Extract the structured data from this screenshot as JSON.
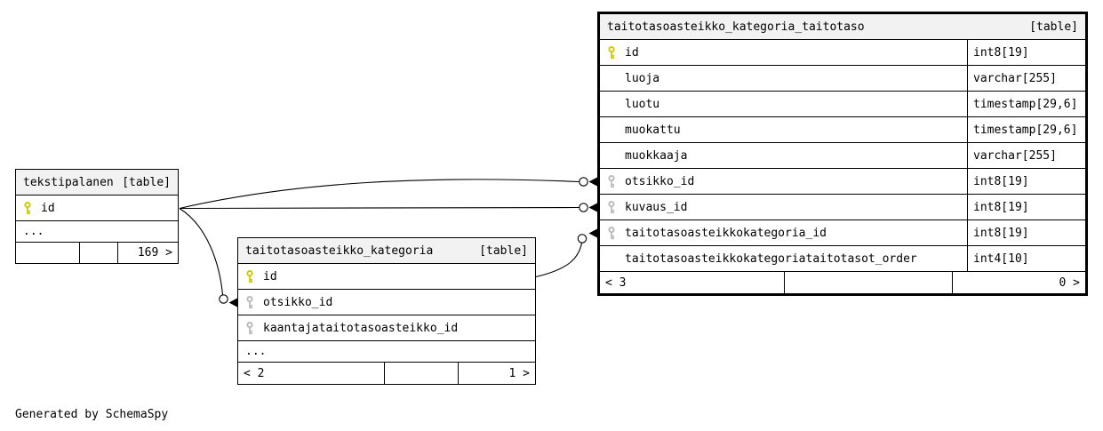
{
  "footer_note": "Generated by SchemaSpy",
  "colors": {
    "primary_key": "#cccc00",
    "foreign_key": "#bbbbbb",
    "header_bg": "#f2f2f2",
    "border": "#000000",
    "background": "#ffffff"
  },
  "tables": [
    {
      "id": "tekstipalanen",
      "name": "tekstipalanen",
      "badge": "[table]",
      "columns": [
        {
          "name": "id",
          "key": "pk"
        },
        {
          "name": "...",
          "ellipsis": true
        }
      ],
      "paginator": {
        "left": "",
        "middle": "",
        "right": "169 >"
      }
    },
    {
      "id": "taitotasoasteikko_kategoria",
      "name": "taitotasoasteikko_kategoria",
      "badge": "[table]",
      "columns": [
        {
          "name": "id",
          "key": "pk"
        },
        {
          "name": "otsikko_id",
          "key": "fk"
        },
        {
          "name": "kaantajataitotasoasteikko_id",
          "key": "fk"
        },
        {
          "name": "...",
          "ellipsis": true
        }
      ],
      "paginator": {
        "left": "< 2",
        "middle": "",
        "right": "1 >"
      }
    },
    {
      "id": "taitotasoasteikko_kategoria_taitotaso",
      "name": "taitotasoasteikko_kategoria_taitotaso",
      "badge": "[table]",
      "columns": [
        {
          "name": "id",
          "key": "pk",
          "type": "int8[19]"
        },
        {
          "name": "luoja",
          "type": "varchar[255]"
        },
        {
          "name": "luotu",
          "type": "timestamp[29,6]"
        },
        {
          "name": "muokattu",
          "type": "timestamp[29,6]"
        },
        {
          "name": "muokkaaja",
          "type": "varchar[255]"
        },
        {
          "name": "otsikko_id",
          "key": "fk",
          "type": "int8[19]"
        },
        {
          "name": "kuvaus_id",
          "key": "fk",
          "type": "int8[19]"
        },
        {
          "name": "taitotasoasteikkokategoria_id",
          "key": "fk",
          "type": "int8[19]"
        },
        {
          "name": "taitotasoasteikkokategoriataitotasot_order",
          "type": "int4[10]"
        }
      ],
      "paginator": {
        "left": "< 3",
        "middle": "",
        "right": "0 >"
      }
    }
  ],
  "relationships": [
    {
      "from": "tekstipalanen.id",
      "to": "taitotasoasteikko_kategoria_taitotaso.otsikko_id"
    },
    {
      "from": "tekstipalanen.id",
      "to": "taitotasoasteikko_kategoria_taitotaso.kuvaus_id"
    },
    {
      "from": "tekstipalanen.id",
      "to": "taitotasoasteikko_kategoria.otsikko_id"
    },
    {
      "from": "taitotasoasteikko_kategoria.id",
      "to": "taitotasoasteikko_kategoria_taitotaso.taitotasoasteikkokategoria_id"
    }
  ]
}
